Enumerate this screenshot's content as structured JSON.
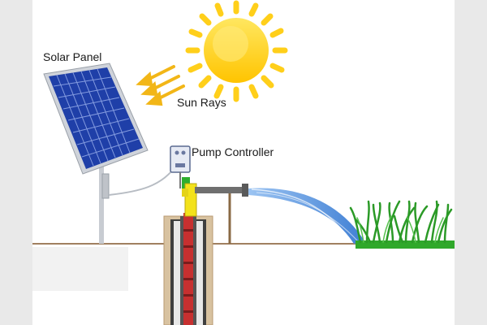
{
  "labels": {
    "solar_panel": "Solar Panel",
    "sun_rays": "Sun Rays",
    "pump_controller": "Pump Controller"
  },
  "icons": {
    "sun": "sun-icon",
    "panel": "solar-panel-icon",
    "controller": "controller-box-icon",
    "grass": "grass-icon"
  },
  "colors": {
    "sun": "#ffd21a",
    "sun_core": "#ffe35a",
    "ray_arrow": "#f2b617",
    "panel_cell": "#1f3fa8",
    "panel_frame": "#cfd3da",
    "pipe": "#6f6f6f",
    "pump_body": "#f3e21b",
    "rod": "#c73030",
    "well": "#4b4b4b",
    "soil": "#d8c2a0",
    "water": "#4a86d8",
    "grass": "#2fa82a",
    "ground_line": "#a08060"
  }
}
